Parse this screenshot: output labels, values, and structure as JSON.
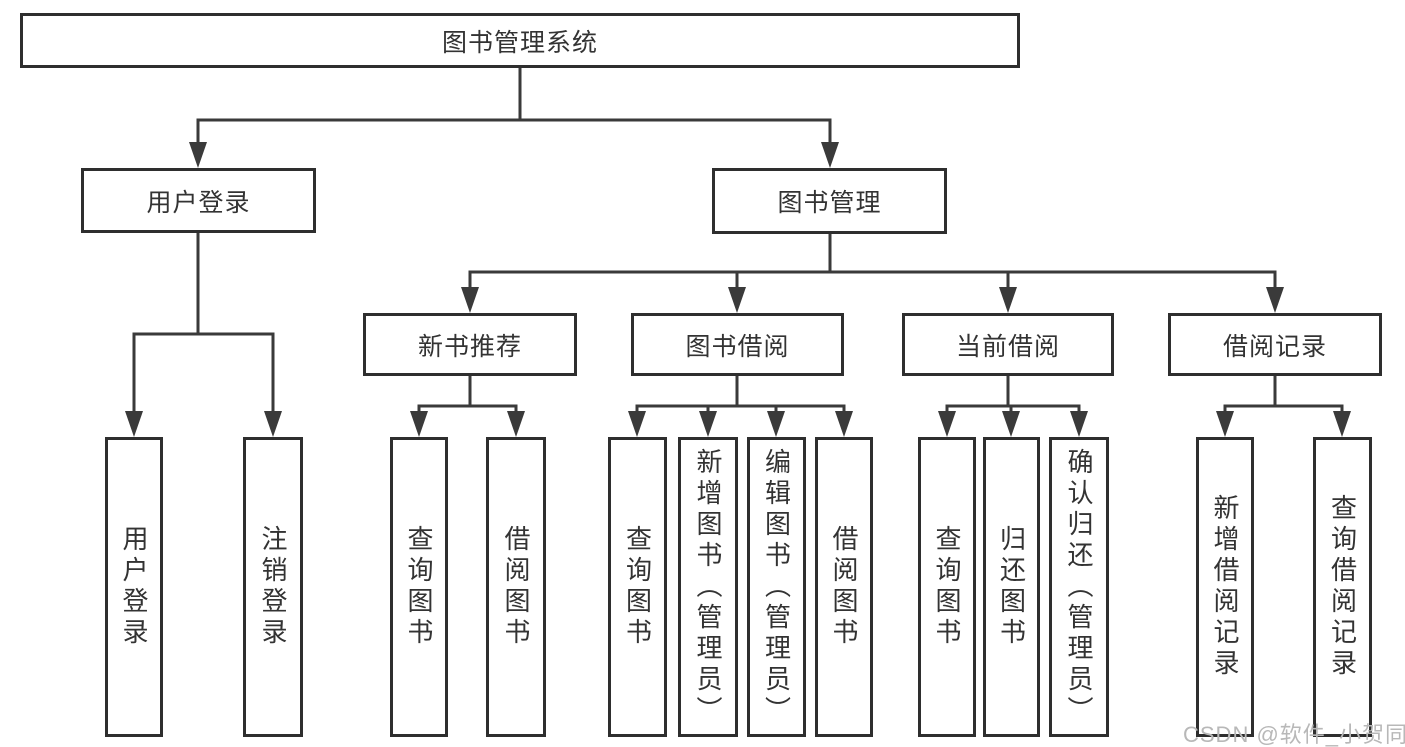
{
  "diagram": {
    "root": {
      "label": "图书管理系统"
    },
    "branches": [
      {
        "label": "用户登录",
        "children": [
          {
            "label": "用户登录"
          },
          {
            "label": "注销登录"
          }
        ]
      },
      {
        "label": "图书管理",
        "children": [
          {
            "label": "新书推荐",
            "children": [
              {
                "label": "查询图书"
              },
              {
                "label": "借阅图书"
              }
            ]
          },
          {
            "label": "图书借阅",
            "children": [
              {
                "label": "查询图书"
              },
              {
                "label": "新增图书（管理员）"
              },
              {
                "label": "编辑图书（管理员）"
              },
              {
                "label": "借阅图书"
              }
            ]
          },
          {
            "label": "当前借阅",
            "children": [
              {
                "label": "查询图书"
              },
              {
                "label": "归还图书"
              },
              {
                "label": "确认归还（管理员）"
              }
            ]
          },
          {
            "label": "借阅记录",
            "children": [
              {
                "label": "新增借阅记录"
              },
              {
                "label": "查询借阅记录"
              }
            ]
          }
        ]
      }
    ]
  },
  "watermark": {
    "text": "CSDN @软件_小贺同学"
  },
  "colors": {
    "line": "#3a3a3a",
    "border": "#2e2e2e",
    "text": "#333333",
    "watermark": "#b8b8b8",
    "background": "#ffffff"
  }
}
